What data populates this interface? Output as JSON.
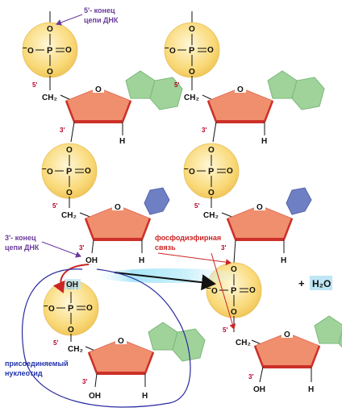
{
  "labels": {
    "five_prime_end_line1": "5'- конец",
    "five_prime_end_line2": "цепи ДНК",
    "three_prime_end_line1": "3'- конец",
    "three_prime_end_line2": "цепи ДНК",
    "bond_line1": "фосфодиэфирная",
    "bond_line2": "связь",
    "added_line1": "присоединяемый",
    "added_line2": "нуклеотид",
    "water_plus": "+",
    "water": "H₂O"
  },
  "atoms": {
    "oxygen": "O",
    "phosphorus": "P",
    "ch2": "CH₂",
    "hydrogen": "H",
    "hydroxyl": "OH",
    "minus": "–",
    "prime5": "5'",
    "prime3": "3'"
  },
  "colors": {
    "phosphate_fill": "#f9d978",
    "sugar_fill": "#f08f6e",
    "sugar_edge": "#cc3028",
    "purine": "#9fd39a",
    "pyrimidine": "#6f7fc4",
    "label_purple": "#6a3a9a",
    "label_blue": "#2233aa",
    "bond_red": "#cc2424",
    "loop_blue": "#2a2aa0",
    "water_bg": "#bfe6f4"
  }
}
